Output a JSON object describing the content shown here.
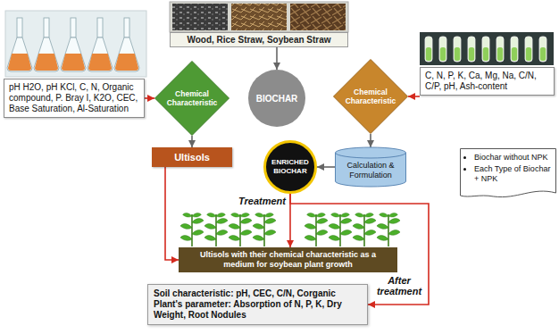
{
  "diagram": {
    "nodes": [
      {
        "text": [
          "Wood, Rice Straw, Soybean Straw"
        ]
      },
      {
        "text": [
          "pH H2O, pH KCl, C, N, Organic compound, P. Bray I, K2O, CEC, Base Saturation, Al-Saturation"
        ]
      },
      {
        "text": [
          "Chemical Characteristic"
        ]
      },
      {
        "text": [
          "BIOCHAR"
        ]
      },
      {
        "text": [
          "Chemical Characteristic"
        ]
      },
      {
        "text": [
          "C, N, P, K, Ca, Mg, Na, C/N, C/P, pH, Ash-content"
        ]
      },
      {
        "text": [
          "Ultisols"
        ]
      },
      {
        "text": [
          "ENRICHED BIOCHAR"
        ]
      },
      {
        "text": [
          "Calculation & Formulation"
        ]
      },
      {
        "text": [
          "Biochar without NPK",
          "Each Type of Biochar + NPK"
        ]
      },
      {
        "text": [
          "Ultisols with their chemical characteristic as a medium for soybean plant growth"
        ]
      },
      {
        "text": [
          "Soil characteristic: pH, CEC, C/N, Corganic",
          "Plant's parameter: Absorption of N, P, K, Dry Weight, Root Nodules"
        ]
      }
    ],
    "edges": [
      {
        "from": 0,
        "to": 3,
        "arrow": "to"
      },
      {
        "from": 1,
        "to": 2,
        "arrow": "to"
      },
      {
        "from": 2,
        "to": 6,
        "arrow": "to"
      },
      {
        "from": 5,
        "to": 4,
        "arrow": "to"
      },
      {
        "from": 4,
        "to": 8,
        "arrow": "to"
      },
      {
        "from": 8,
        "to": 7,
        "arrow": "to"
      },
      {
        "from": 7,
        "to": 10,
        "label": "Treatment",
        "arrow": "to"
      },
      {
        "from": 7,
        "to": 11,
        "label": "After treatment",
        "arrow": "to"
      },
      {
        "from": 6,
        "to": 10,
        "arrow": "to"
      }
    ]
  }
}
